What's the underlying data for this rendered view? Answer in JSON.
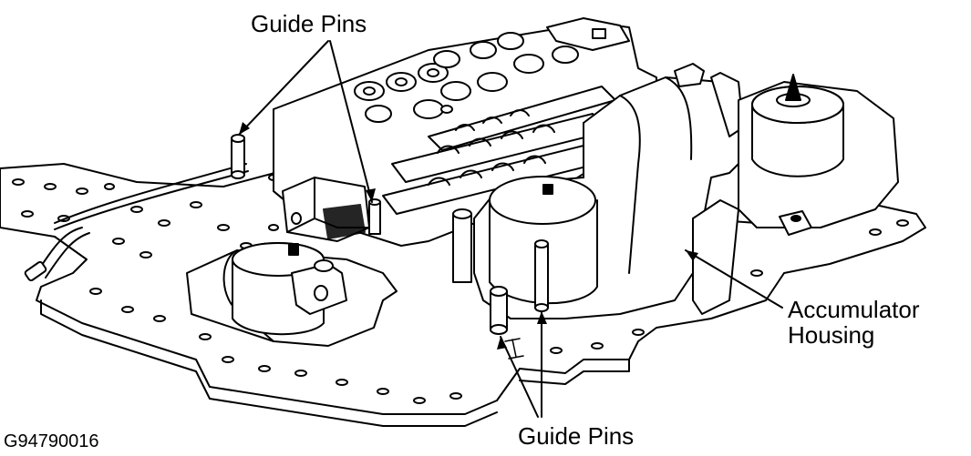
{
  "labels": {
    "guide_pins_top": "Guide Pins",
    "accumulator_line1": "Accumulator",
    "accumulator_line2": "Housing",
    "guide_pins_bottom": "Guide Pins",
    "figure_code": "G94790016"
  },
  "colors": {
    "line": "#000000",
    "background": "#ffffff",
    "part_fill": "#ffffff"
  }
}
